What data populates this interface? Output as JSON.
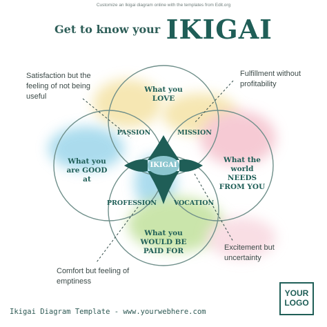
{
  "top_note": "Customize an Ikigai diagram online with the templates from Edit.org",
  "headline": {
    "prefix": "Get to know your",
    "main": "IKIGAI"
  },
  "circles": {
    "love": "What you LOVE",
    "good_at": "What you are GOOD at",
    "world_needs": "What the world NEEDS FROM YOU",
    "paid_for": "What you WOULD BE PAID FOR"
  },
  "overlaps": {
    "passion": "PASSION",
    "mission": "MISSION",
    "profession": "PROFESSION",
    "vocation": "VOCATION"
  },
  "center": "IKIGAI",
  "annotations": {
    "top_left": "Satisfaction but the feeling of not being useful",
    "top_right": "Fulfillment without profitability",
    "bottom_right": "Excitement but uncertainty",
    "bottom_left": "Comfort but feeling of emptiness"
  },
  "logo": {
    "line1": "YOUR",
    "line2": "LOGO"
  },
  "footer": "Ikigai Diagram Template - www.yourwebhere.com",
  "colors": {
    "accent": "#1f5e57",
    "outline": "#6f8f8a",
    "wash_yellow": "#f3df9a",
    "wash_blue": "#8fd0e8",
    "wash_green": "#b9dd8f",
    "wash_pink": "#f3b9c6"
  }
}
